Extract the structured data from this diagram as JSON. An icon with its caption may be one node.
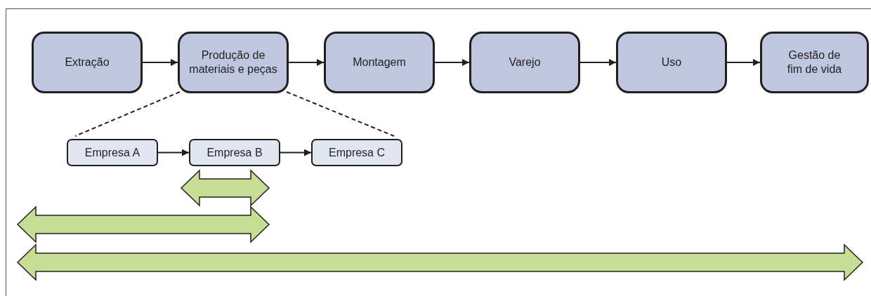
{
  "diagram": {
    "nodes": [
      {
        "text": [
          "Extração"
        ]
      },
      {
        "text": [
          "Produção de materiais e peças"
        ]
      },
      {
        "text": [
          "Montagem"
        ]
      },
      {
        "text": [
          "Varejo"
        ]
      },
      {
        "text": [
          "Uso"
        ]
      },
      {
        "text": [
          "Gestão de fim de vida"
        ]
      },
      {
        "text": [
          "Empresa A"
        ]
      },
      {
        "text": [
          "Empresa B"
        ]
      },
      {
        "text": [
          "Empresa C"
        ]
      }
    ],
    "edges": [
      {
        "from": 0,
        "to": 1,
        "arrow": "to"
      },
      {
        "from": 1,
        "to": 2,
        "arrow": "to"
      },
      {
        "from": 2,
        "to": 3,
        "arrow": "to"
      },
      {
        "from": 3,
        "to": 4,
        "arrow": "to"
      },
      {
        "from": 4,
        "to": 5,
        "arrow": "to"
      },
      {
        "from": 1,
        "to": 6,
        "arrow": "none",
        "style": "dashed"
      },
      {
        "from": 1,
        "to": 8,
        "arrow": "none",
        "style": "dashed"
      },
      {
        "from": 6,
        "to": 7,
        "arrow": "to"
      },
      {
        "from": 7,
        "to": 8,
        "arrow": "to"
      }
    ]
  }
}
